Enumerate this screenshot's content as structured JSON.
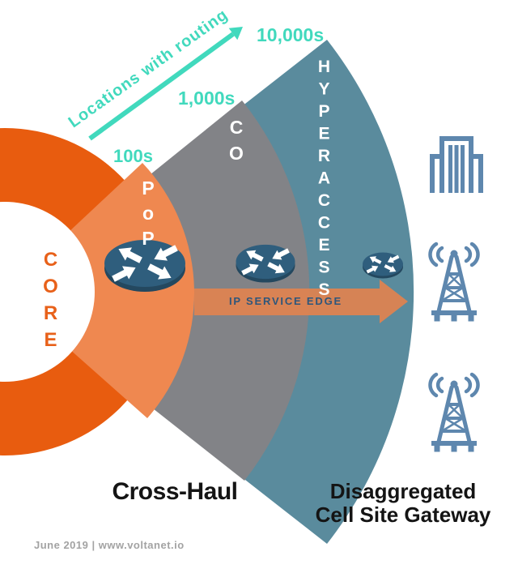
{
  "diagram": {
    "axis_label": "Locations with routing",
    "scale_labels": [
      "100s",
      "1,000s",
      "10,000s"
    ],
    "zones": [
      {
        "id": "core",
        "label": "CORE",
        "color": "#E85C0F"
      },
      {
        "id": "pop",
        "label": "PoP",
        "color": "#EF8850"
      },
      {
        "id": "co",
        "label": "CO",
        "color": "#828387"
      },
      {
        "id": "hyperaccess",
        "label": "HYPERACCESS",
        "color": "#5A8B9D"
      }
    ],
    "service_edge_label": "IP SERVICE EDGE",
    "labels": {
      "cross_haul": "Cross-Haul",
      "cell_site": "Disaggregated\nCell Site Gateway"
    },
    "footer": "June 2019 | www.voltanet.io",
    "accent_color": "#41D9BD",
    "icon_color": "#5E87AE",
    "router_color": "#2F5E7D",
    "service_edge_band_color": "#E08350",
    "icons": [
      "router-icon",
      "router-icon",
      "router-icon",
      "building-icon",
      "cell-tower-icon",
      "cell-tower-icon"
    ]
  }
}
